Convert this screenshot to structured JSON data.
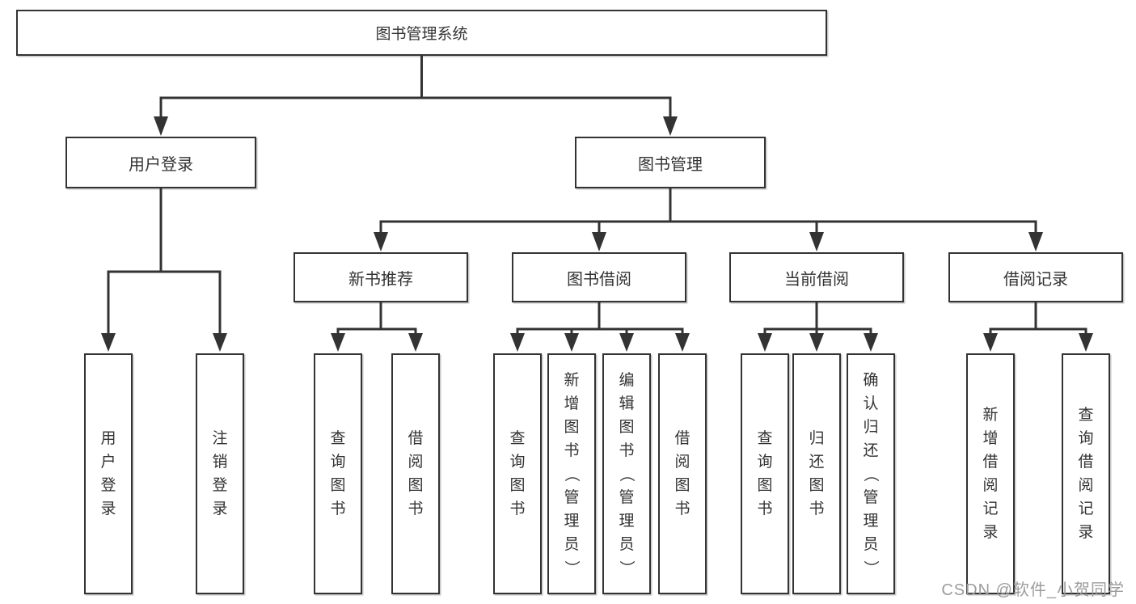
{
  "tree": {
    "label": "图书管理系统",
    "children": [
      {
        "label": "用户登录",
        "children": [
          {
            "label": "用户登录"
          },
          {
            "label": "注销登录"
          }
        ]
      },
      {
        "label": "图书管理",
        "children": [
          {
            "label": "新书推荐",
            "children": [
              {
                "label": "查询图书"
              },
              {
                "label": "借阅图书"
              }
            ]
          },
          {
            "label": "图书借阅",
            "children": [
              {
                "label": "查询图书"
              },
              {
                "label": "新增图书（管理员）"
              },
              {
                "label": "编辑图书（管理员）"
              },
              {
                "label": "借阅图书"
              }
            ]
          },
          {
            "label": "当前借阅",
            "children": [
              {
                "label": "查询图书"
              },
              {
                "label": "归还图书"
              },
              {
                "label": "确认归还（管理员）"
              }
            ]
          },
          {
            "label": "借阅记录",
            "children": [
              {
                "label": "新增借阅记录"
              },
              {
                "label": "查询借阅记录"
              }
            ]
          }
        ]
      }
    ]
  },
  "watermark": {
    "text": "CSDN @软件_小贺同学"
  },
  "colors": {
    "line": "#333333",
    "box_border": "#333333",
    "box_fill": "#ffffff",
    "text": "#333333",
    "watermark_text": "#9c9c9c",
    "background": "#ffffff"
  }
}
